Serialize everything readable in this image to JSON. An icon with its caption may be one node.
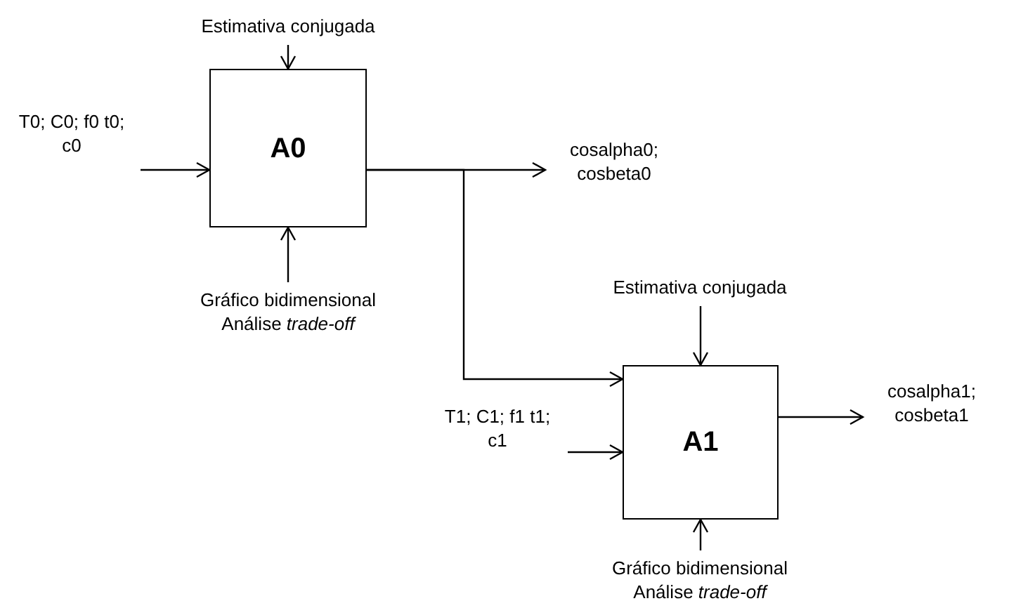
{
  "diagram": {
    "nodes": [
      {
        "text": [
          "Estimativa conjugada"
        ]
      },
      {
        "text": [
          "T0; C0; f0 t0; c0"
        ]
      },
      {
        "text": [
          "A0"
        ]
      },
      {
        "text": [
          "cosalpha0; cosbeta0"
        ]
      },
      {
        "text": [
          "Gráfico bidimensional",
          "Análise *trade-off*"
        ]
      },
      {
        "text": [
          "Estimativa conjugada"
        ]
      },
      {
        "text": [
          "T1; C1; f1 t1; c1"
        ]
      },
      {
        "text": [
          "A1"
        ]
      },
      {
        "text": [
          "cosalpha1; cosbeta1"
        ]
      },
      {
        "text": [
          "Gráfico bidimensional",
          "Análise *trade-off*"
        ]
      }
    ],
    "edges": [
      {
        "from": 0,
        "to": 2,
        "arrow": "to"
      },
      {
        "from": 1,
        "to": 2,
        "arrow": "to"
      },
      {
        "from": 2,
        "to": 3,
        "arrow": "to"
      },
      {
        "from": 2,
        "to": 7,
        "arrow": "to"
      },
      {
        "from": 4,
        "to": 2,
        "arrow": "to"
      },
      {
        "from": 5,
        "to": 7,
        "arrow": "to"
      },
      {
        "from": 6,
        "to": 7,
        "arrow": "to"
      },
      {
        "from": 7,
        "to": 8,
        "arrow": "to"
      },
      {
        "from": 9,
        "to": 7,
        "arrow": "to"
      }
    ]
  }
}
